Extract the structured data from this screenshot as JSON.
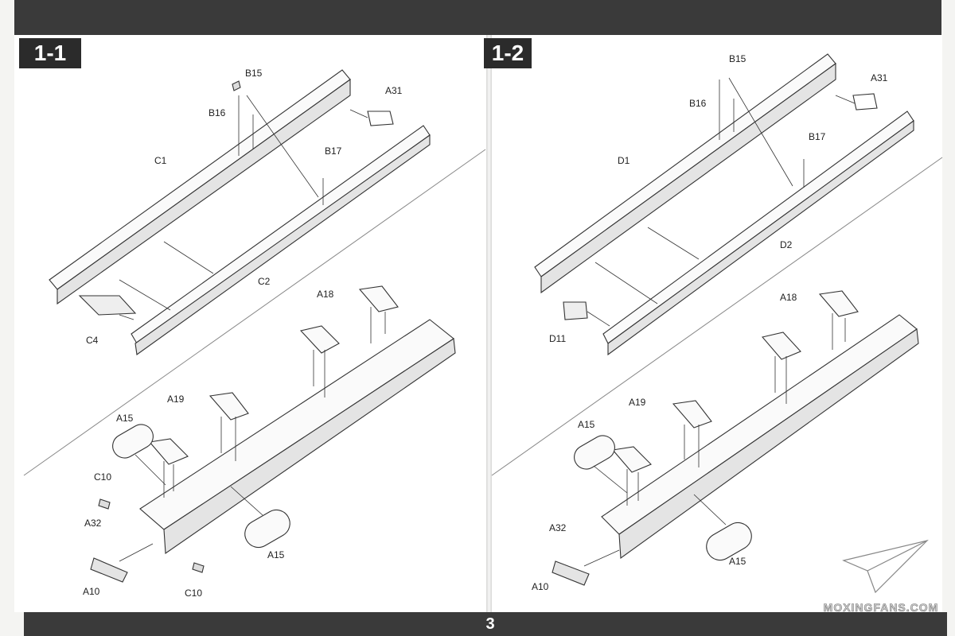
{
  "page_number": "3",
  "watermark": {
    "text": "MOXINGFANS.COM"
  },
  "steps": [
    {
      "title": "1-1",
      "labels": [
        "B15",
        "B16",
        "A31",
        "C1",
        "B17",
        "C2",
        "C4",
        "A18",
        "A19",
        "A15",
        "C10",
        "A32",
        "A15",
        "A10",
        "C10"
      ]
    },
    {
      "title": "1-2",
      "labels": [
        "B15",
        "B16",
        "A31",
        "D1",
        "B17",
        "D2",
        "D11",
        "A18",
        "A19",
        "A15",
        "A32",
        "A15",
        "A10"
      ]
    }
  ]
}
